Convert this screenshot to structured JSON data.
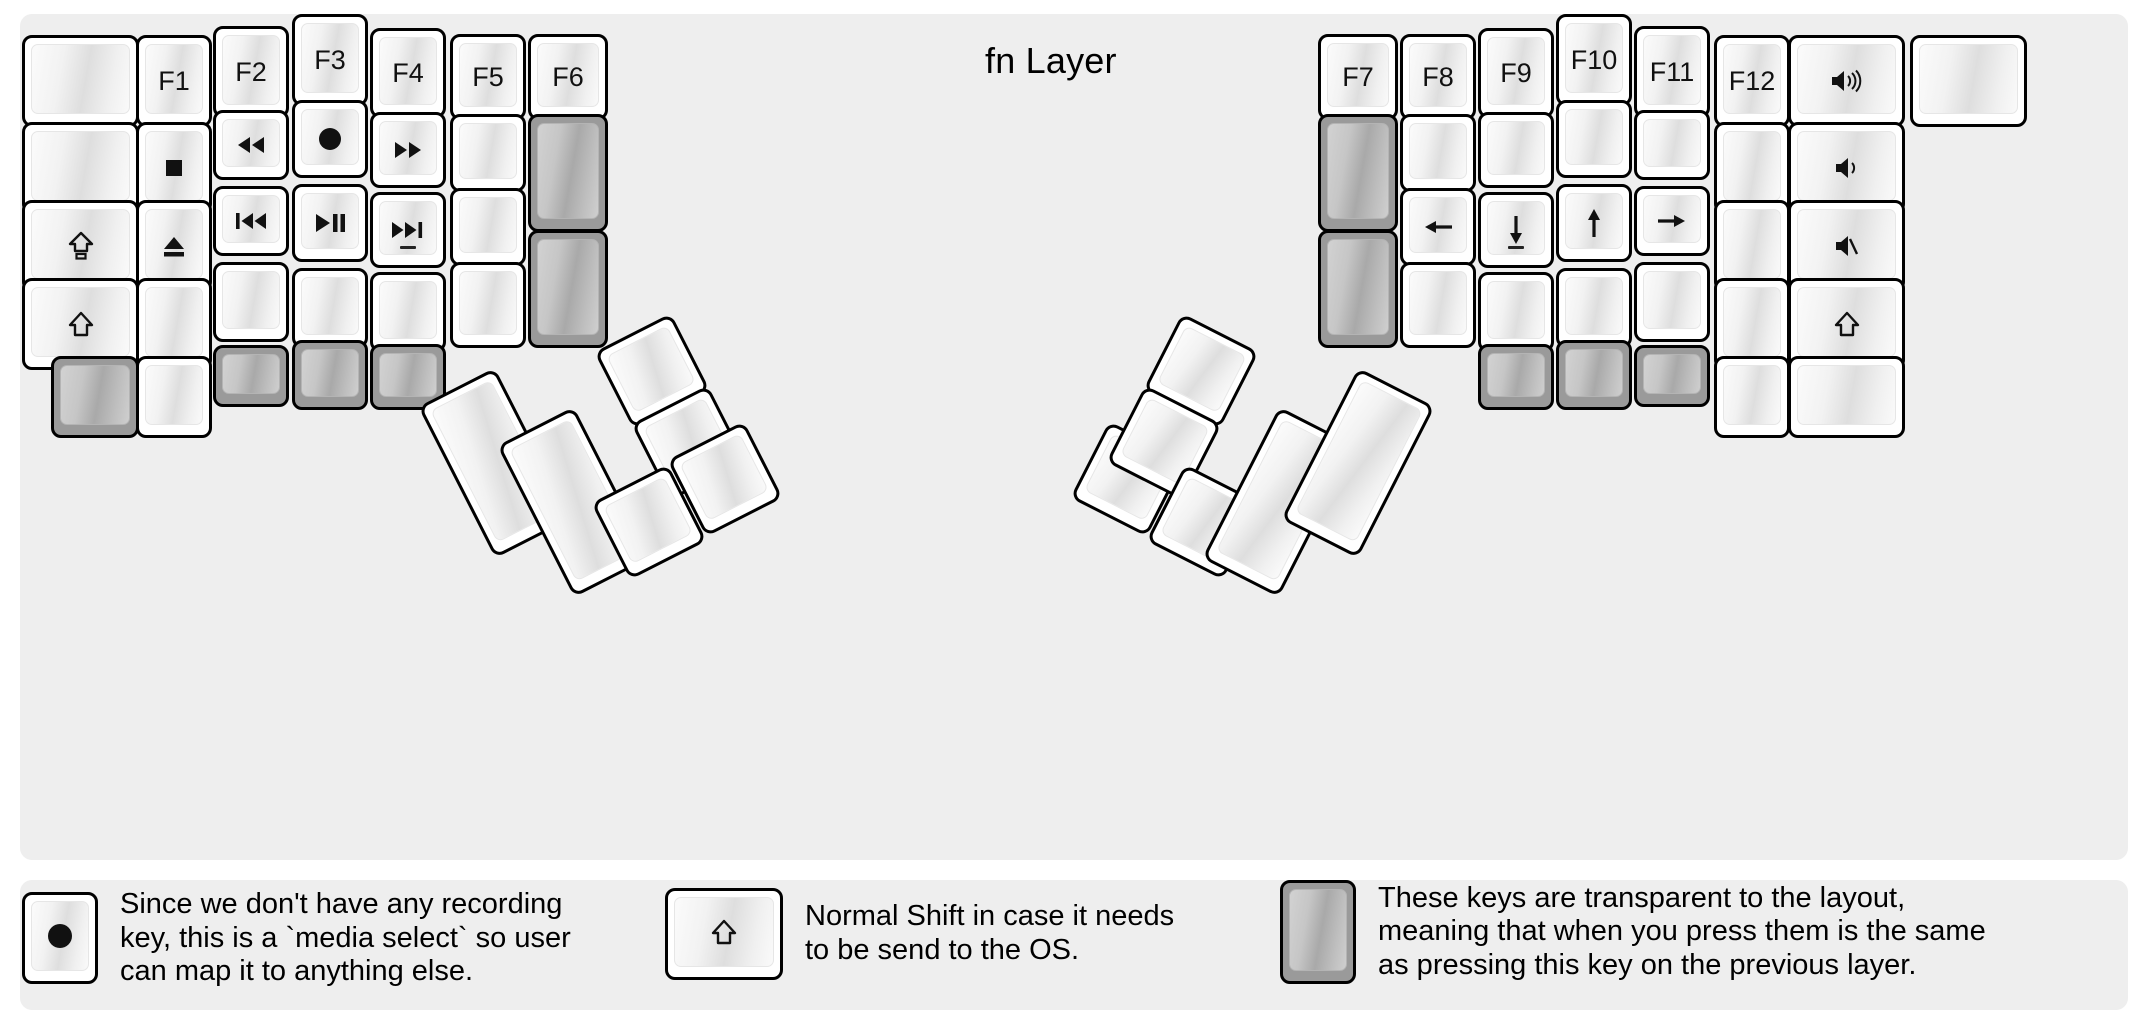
{
  "title": "fn Layer",
  "colors": {
    "panel_bg": "#eeeeee",
    "key_face": "#ffffff",
    "key_border": "#000000",
    "transparent_key": "#9a9a9a",
    "text": "#000000"
  },
  "left_half": {
    "columns": [
      {
        "name": "col-outer-left",
        "keys": [
          {
            "label": "",
            "type": "blank"
          },
          {
            "label": "",
            "type": "blank"
          },
          {
            "label": "⇧",
            "type": "caps-lock"
          },
          {
            "label": "⇧",
            "type": "shift"
          },
          {
            "label": "",
            "type": "transparent"
          }
        ]
      },
      {
        "name": "col-f1",
        "keys": [
          {
            "label": "F1",
            "type": "fkey"
          },
          {
            "label": "■",
            "type": "media-stop"
          },
          {
            "label": "⏏",
            "type": "media-eject"
          },
          {
            "label": "",
            "type": "blank"
          },
          {
            "label": "",
            "type": "blank"
          }
        ]
      },
      {
        "name": "col-f2",
        "keys": [
          {
            "label": "F2",
            "type": "fkey"
          },
          {
            "label": "◀◀",
            "type": "media-rewind"
          },
          {
            "label": "|◀◀",
            "type": "media-prev-track"
          },
          {
            "label": "",
            "type": "blank"
          },
          {
            "label": "",
            "type": "transparent"
          }
        ]
      },
      {
        "name": "col-f3",
        "keys": [
          {
            "label": "F3",
            "type": "fkey"
          },
          {
            "label": "●",
            "type": "media-select-record"
          },
          {
            "label": "▶||",
            "type": "media-play-pause"
          },
          {
            "label": "",
            "type": "blank"
          },
          {
            "label": "",
            "type": "transparent"
          }
        ]
      },
      {
        "name": "col-f4",
        "keys": [
          {
            "label": "F4",
            "type": "fkey"
          },
          {
            "label": "▶▶",
            "type": "media-fast-forward"
          },
          {
            "label": "▶▶|",
            "type": "media-next-track",
            "homing": true
          },
          {
            "label": "",
            "type": "blank"
          },
          {
            "label": "",
            "type": "transparent"
          }
        ]
      },
      {
        "name": "col-f5",
        "keys": [
          {
            "label": "F5",
            "type": "fkey"
          },
          {
            "label": "",
            "type": "blank"
          },
          {
            "label": "",
            "type": "blank"
          },
          {
            "label": "",
            "type": "blank"
          }
        ]
      },
      {
        "name": "col-f6",
        "keys": [
          {
            "label": "F6",
            "type": "fkey"
          },
          {
            "label": "",
            "type": "transparent-tall"
          },
          {
            "label": "",
            "type": "transparent-tall"
          }
        ]
      }
    ],
    "thumb_cluster": [
      {
        "label": "",
        "type": "blank",
        "size": "2u"
      },
      {
        "label": "",
        "type": "blank",
        "size": "2u"
      },
      {
        "label": "",
        "type": "blank",
        "size": "1u"
      },
      {
        "label": "",
        "type": "blank",
        "size": "1u"
      },
      {
        "label": "",
        "type": "blank",
        "size": "1u"
      }
    ]
  },
  "right_half": {
    "columns": [
      {
        "name": "col-f7",
        "keys": [
          {
            "label": "F7",
            "type": "fkey"
          },
          {
            "label": "",
            "type": "transparent-tall"
          },
          {
            "label": "",
            "type": "transparent-tall"
          }
        ]
      },
      {
        "name": "col-f8",
        "keys": [
          {
            "label": "F8",
            "type": "fkey"
          },
          {
            "label": "",
            "type": "blank"
          },
          {
            "label": "←",
            "type": "arrow-left"
          },
          {
            "label": "",
            "type": "blank"
          }
        ]
      },
      {
        "name": "col-f9",
        "keys": [
          {
            "label": "F9",
            "type": "fkey"
          },
          {
            "label": "",
            "type": "blank"
          },
          {
            "label": "↓",
            "type": "arrow-down",
            "homing": true
          },
          {
            "label": "",
            "type": "blank"
          },
          {
            "label": "",
            "type": "transparent"
          }
        ]
      },
      {
        "name": "col-f10",
        "keys": [
          {
            "label": "F10",
            "type": "fkey"
          },
          {
            "label": "",
            "type": "blank"
          },
          {
            "label": "↑",
            "type": "arrow-up"
          },
          {
            "label": "",
            "type": "blank"
          },
          {
            "label": "",
            "type": "transparent"
          }
        ]
      },
      {
        "name": "col-f11",
        "keys": [
          {
            "label": "F11",
            "type": "fkey"
          },
          {
            "label": "",
            "type": "blank"
          },
          {
            "label": "→",
            "type": "arrow-right"
          },
          {
            "label": "",
            "type": "blank"
          },
          {
            "label": "",
            "type": "transparent"
          }
        ]
      },
      {
        "name": "col-f12",
        "keys": [
          {
            "label": "F12",
            "type": "fkey"
          },
          {
            "label": "",
            "type": "blank"
          },
          {
            "label": "",
            "type": "blank"
          },
          {
            "label": "",
            "type": "blank"
          },
          {
            "label": "",
            "type": "blank"
          }
        ]
      },
      {
        "name": "col-outer-right",
        "keys": [
          {
            "label": "🔊",
            "type": "volume-up"
          },
          {
            "label": "🔉",
            "type": "volume-down"
          },
          {
            "label": "🔇",
            "type": "volume-mute"
          },
          {
            "label": "⇧",
            "type": "shift"
          },
          {
            "label": "",
            "type": "blank"
          },
          {
            "label": "",
            "type": "transparent"
          }
        ]
      }
    ],
    "thumb_cluster": [
      {
        "label": "",
        "type": "blank",
        "size": "1u"
      },
      {
        "label": "",
        "type": "blank",
        "size": "1u"
      },
      {
        "label": "",
        "type": "blank",
        "size": "1u"
      },
      {
        "label": "",
        "type": "blank",
        "size": "2u"
      },
      {
        "label": "",
        "type": "blank",
        "size": "2u"
      }
    ]
  },
  "legend": [
    {
      "key_icon": "record-dot",
      "key_type": "normal",
      "text": "Since we don't have any recording\nkey, this is a `media select` so user\ncan map it to anything else."
    },
    {
      "key_icon": "shift-arrow",
      "key_type": "normal",
      "text": "Normal Shift in case it needs\nto be send to the OS."
    },
    {
      "key_icon": "none",
      "key_type": "transparent",
      "text": "These keys are transparent to the layout,\nmeaning that when you press them is the same\nas pressing this key on the previous layer."
    }
  ]
}
